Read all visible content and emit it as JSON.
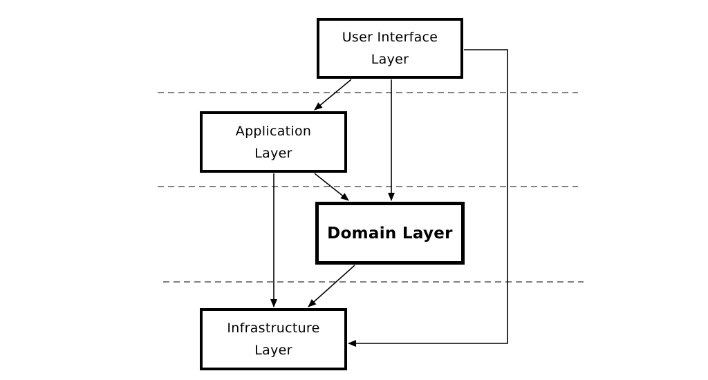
{
  "diagram": {
    "layers": {
      "ui": {
        "line1": "User Interface",
        "line2": "Layer"
      },
      "application": {
        "line1": "Application",
        "line2": "Layer"
      },
      "domain": {
        "line1": "Domain Layer"
      },
      "infrastructure": {
        "line1": "Infrastructure",
        "line2": "Layer"
      }
    },
    "edges": [
      {
        "from": "User Interface Layer",
        "to": "Application Layer"
      },
      {
        "from": "User Interface Layer",
        "to": "Domain Layer"
      },
      {
        "from": "User Interface Layer",
        "to": "Infrastructure Layer"
      },
      {
        "from": "Application Layer",
        "to": "Domain Layer"
      },
      {
        "from": "Application Layer",
        "to": "Infrastructure Layer"
      },
      {
        "from": "Domain Layer",
        "to": "Infrastructure Layer"
      }
    ],
    "colors": {
      "stroke": "#000000",
      "background": "#ffffff"
    }
  }
}
